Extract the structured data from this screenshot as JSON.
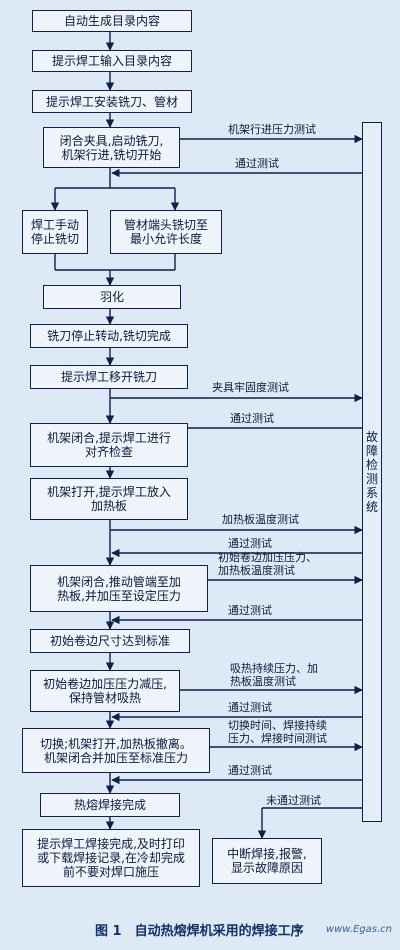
{
  "steps": [
    "自动生成目录内容",
    "提示焊工输入目录内容",
    "提示焊工安装铣刀、管材",
    "闭合夹具,启动铣刀,\n机架行进,铣切开始",
    "焊工手动\n停止铣切",
    "管材端头铣切至\n最小允许长度",
    "羽化",
    "铣刀停止转动,铣切完成",
    "提示焊工移开铣刀",
    "机架闭合,提示焊工进行\n对齐检查",
    "机架打开,提示焊工放入\n加热板",
    "机架闭合,推动管端至加\n热板,并加压至设定压力",
    "初始卷边尺寸达到标准",
    "初始卷边加压压力减压,\n保持管材吸热",
    "切换;机架打开,加热板撤离。\n机架闭合并加压至标准压力",
    "热熔焊接完成",
    "提示焊工焊接完成,及时打印\n或下载焊接记录,在冷却完成\n前不要对焊口施压",
    "中断焊接,报警,\n显示故障原因"
  ],
  "tests": [
    "机架行进压力测试",
    "通过测试",
    "夹具牢固度测试",
    "通过测试",
    "加热板温度测试",
    "通过测试",
    "初始卷边加压压力、\n加热板温度测试",
    "通过测试",
    "吸热持续压力、加\n热板温度测试",
    "通过测试",
    "切换时间、焊接持续\n压力、焊接时间测试",
    "通过测试",
    "未通过测试"
  ],
  "system": "故障检测系统",
  "caption": "图 1　自动热熔焊机采用的焊接工序",
  "watermark": "www.Egas.cn",
  "colors": {
    "line": "#10204a",
    "box": "#eef4fa",
    "background": "#dde9f4"
  }
}
